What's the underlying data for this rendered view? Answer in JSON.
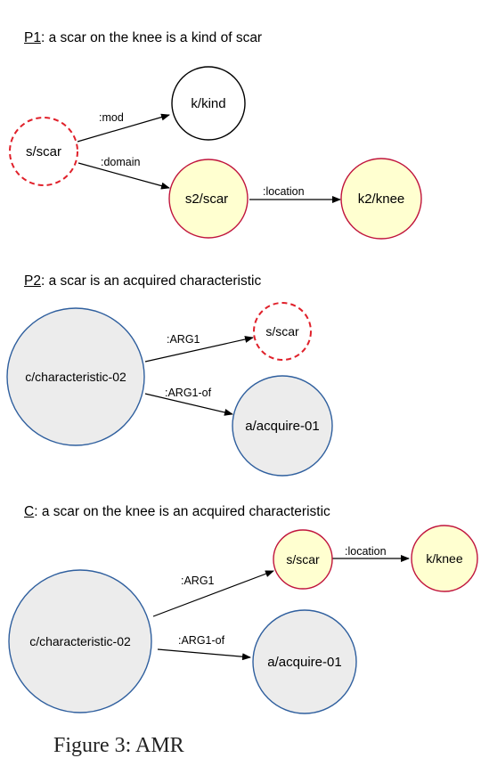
{
  "panels": [
    {
      "key": "P1",
      "text": ": a scar on the knee is a kind of scar",
      "nodes": [
        {
          "id": "s",
          "label": "s/scar",
          "style": "dashed-red"
        },
        {
          "id": "k",
          "label": "k/kind",
          "style": "plain"
        },
        {
          "id": "s2",
          "label": "s2/scar",
          "style": "yellow"
        },
        {
          "id": "k2",
          "label": "k2/knee",
          "style": "yellow"
        }
      ],
      "edges": [
        {
          "label": ":mod"
        },
        {
          "label": ":domain"
        },
        {
          "label": ":location"
        }
      ]
    },
    {
      "key": "P2",
      "text": ": a scar is an acquired characteristic",
      "nodes": [
        {
          "id": "c",
          "label": "c/characteristic-02",
          "style": "gray"
        },
        {
          "id": "s",
          "label": "s/scar",
          "style": "dashed-red"
        },
        {
          "id": "a",
          "label": "a/acquire-01",
          "style": "gray"
        }
      ],
      "edges": [
        {
          "label": ":ARG1"
        },
        {
          "label": ":ARG1-of"
        }
      ]
    },
    {
      "key": "C",
      "text": ": a scar on the knee is an acquired characteristic",
      "nodes": [
        {
          "id": "c",
          "label": "c/characteristic-02",
          "style": "gray"
        },
        {
          "id": "s",
          "label": "s/scar",
          "style": "yellow"
        },
        {
          "id": "k",
          "label": "k/knee",
          "style": "yellow"
        },
        {
          "id": "a",
          "label": "a/acquire-01",
          "style": "gray"
        }
      ],
      "edges": [
        {
          "label": ":ARG1"
        },
        {
          "label": ":location"
        },
        {
          "label": ":ARG1-of"
        }
      ]
    }
  ],
  "caption": "Figure 3: AMR",
  "colors": {
    "dashed_red_stroke": "#e0202a",
    "yellow_fill": "#ffffd0",
    "yellow_stroke": "#c0143c",
    "gray_fill": "#ececec",
    "gray_stroke": "#2f5f9e",
    "plain_stroke": "#000000",
    "edge": "#000000"
  }
}
